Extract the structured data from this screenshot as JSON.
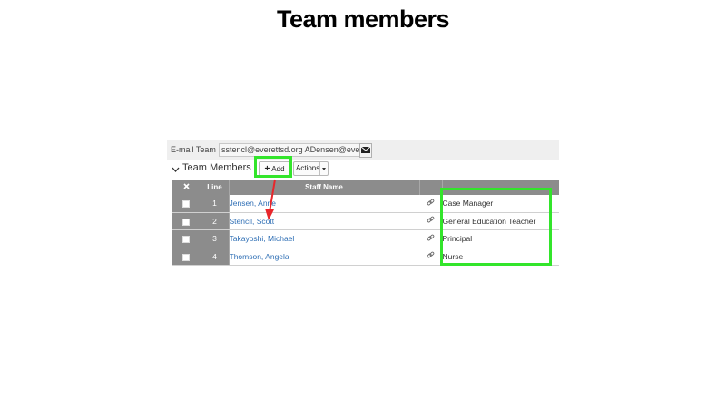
{
  "slide": {
    "title": "Team members"
  },
  "email": {
    "label": "E-mail Team",
    "value": "sstencl@everettsd.org ADensen@eve",
    "icon": "envelope-icon"
  },
  "section": {
    "title": "Team Members",
    "toggle_icon": "chevron-down-icon"
  },
  "toolbar": {
    "add_label": "Add",
    "add_icon": "plus-icon",
    "actions_label": "Actions"
  },
  "table": {
    "header_icon": "close-icon",
    "columns": [
      "",
      "Line",
      "Staff Name",
      "",
      ""
    ],
    "rows": [
      {
        "line": "1",
        "name": "Jensen, Anne",
        "role": "Case Manager"
      },
      {
        "line": "2",
        "name": "Stencil, Scott",
        "role": "General Education Teacher"
      },
      {
        "line": "3",
        "name": "Takayoshi, Michael",
        "role": "Principal"
      },
      {
        "line": "4",
        "name": "Thomson, Angela",
        "role": "Nurse"
      }
    ],
    "row_icon": "link-icon"
  },
  "annotations": {
    "highlight_color": "#33e52b",
    "arrow_color": "#e8262b"
  }
}
